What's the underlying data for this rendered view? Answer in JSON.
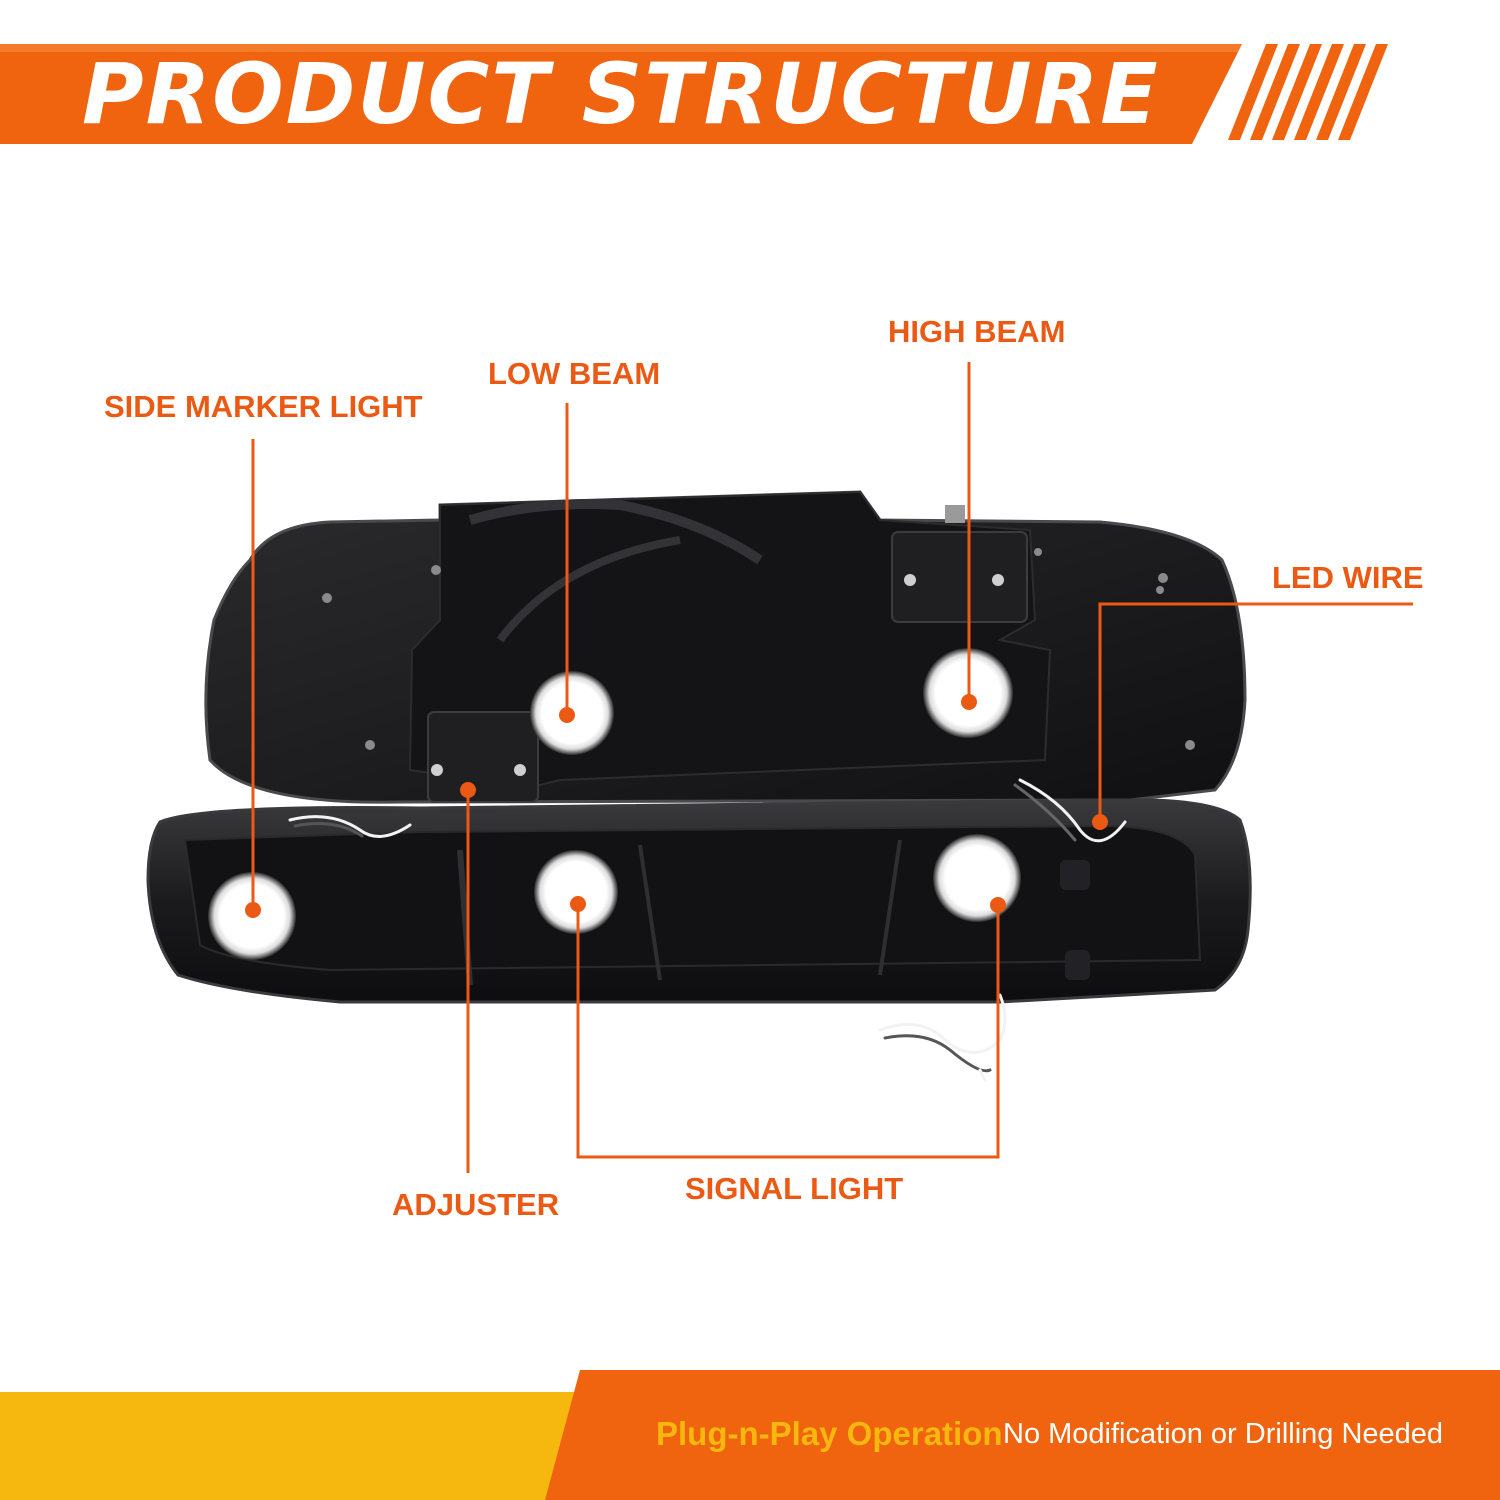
{
  "header": {
    "title": "PRODUCT STRUCTURE"
  },
  "callouts": {
    "side_marker_light": "SIDE MARKER LIGHT",
    "low_beam": "LOW BEAM",
    "high_beam": "HIGH BEAM",
    "led_wire": "LED WIRE",
    "adjuster": "ADJUSTER",
    "signal_light": "SIGNAL LIGHT"
  },
  "footer": {
    "feature": "Plug-n-Play Operation",
    "note": "No Modification or Drilling Needed"
  },
  "colors": {
    "accent_orange": "#f0640f",
    "callout_orange": "#ea5a14",
    "footer_yellow": "#f6b70e",
    "housing_dark": "#1a1a1c"
  }
}
